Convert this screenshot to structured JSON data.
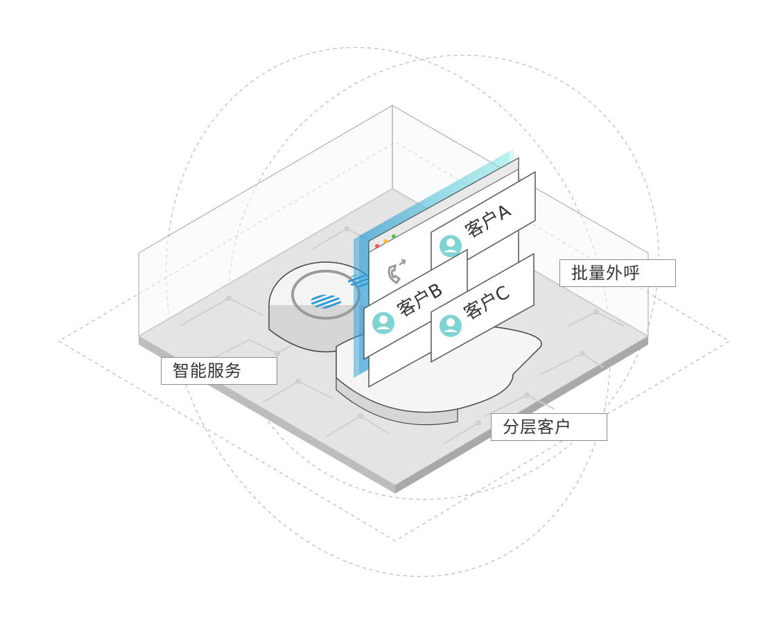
{
  "labels": {
    "intelligent_service": "智能服务",
    "batch_outbound": "批量外呼",
    "tiered_customers": "分层客户"
  },
  "cards": {
    "customer_a": "客户A",
    "customer_b": "客户B",
    "customer_c": "客户C"
  },
  "icons": {
    "phone": "phone-outgoing-icon",
    "avatar": "user-avatar-icon"
  },
  "colors": {
    "accent": "#2e9bd6",
    "teal_avatar": "#7fd3d3",
    "platform": "#d8d8d8",
    "label_border": "#8c8c8c"
  }
}
